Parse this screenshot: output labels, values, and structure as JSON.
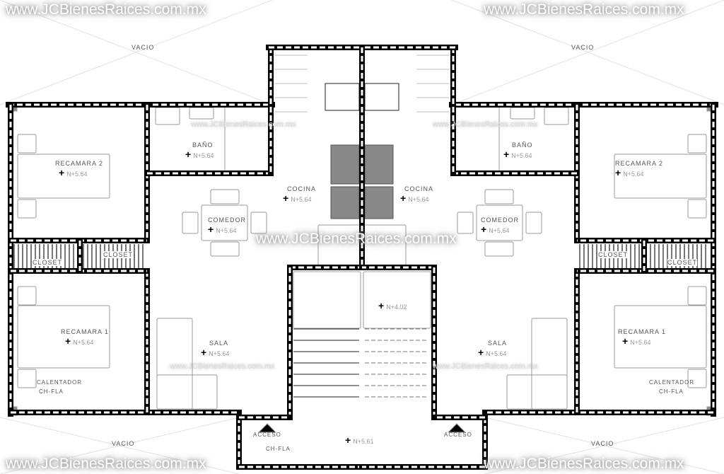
{
  "watermark": "www.JCBienesRaices.com.mx",
  "labels": {
    "vacio": "VACIO",
    "recamara_2": "RECAMARA 2",
    "recamara_1": "RECAMARA 1",
    "bano": "BAÑO",
    "cocina": "COCINA",
    "comedor": "COMEDOR",
    "sala": "SALA",
    "closet": "CLOSET",
    "acceso": "ACCESO",
    "calentador": "CALENTADOR",
    "ch_fla": "CH-FLA"
  },
  "levels": {
    "upper": "N+5.64",
    "stair_landing": "N+4.02",
    "entrance": "N+5.61"
  },
  "colors": {
    "wall": "#000000",
    "furniture": "#999999",
    "hatch": "#777777"
  }
}
